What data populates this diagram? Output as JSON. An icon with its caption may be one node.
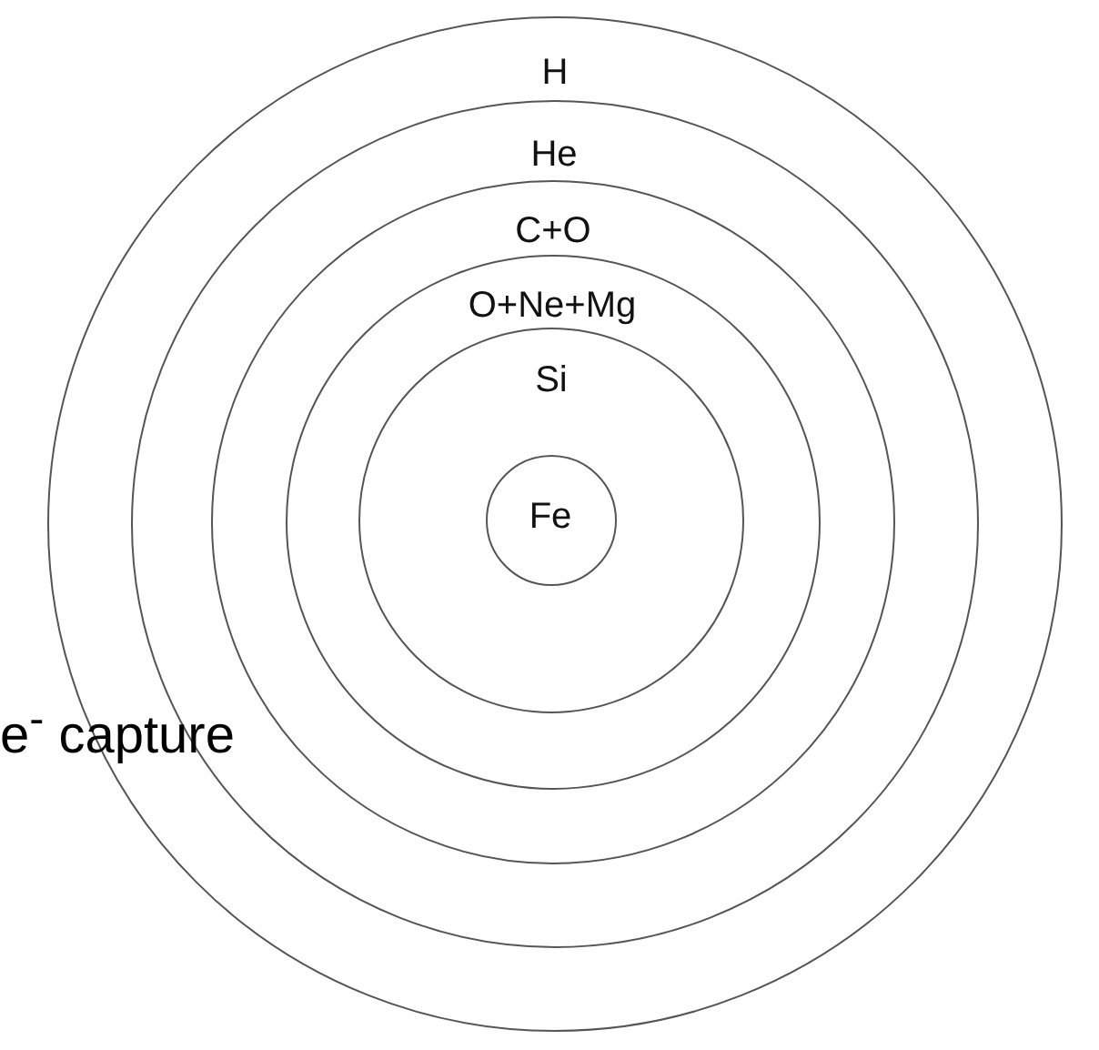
{
  "diagram": {
    "nodes": [
      {
        "text": [
          "H"
        ]
      },
      {
        "text": [
          "He"
        ],
        "in": 0
      },
      {
        "text": [
          "C+O"
        ],
        "in": 1
      },
      {
        "text": [
          "O+Ne+Mg"
        ],
        "in": 2
      },
      {
        "text": [
          "Si"
        ],
        "in": 3
      },
      {
        "text": [
          "Fe"
        ],
        "in": 4
      }
    ],
    "labels": [
      "e$^{-}$ capture"
    ]
  }
}
